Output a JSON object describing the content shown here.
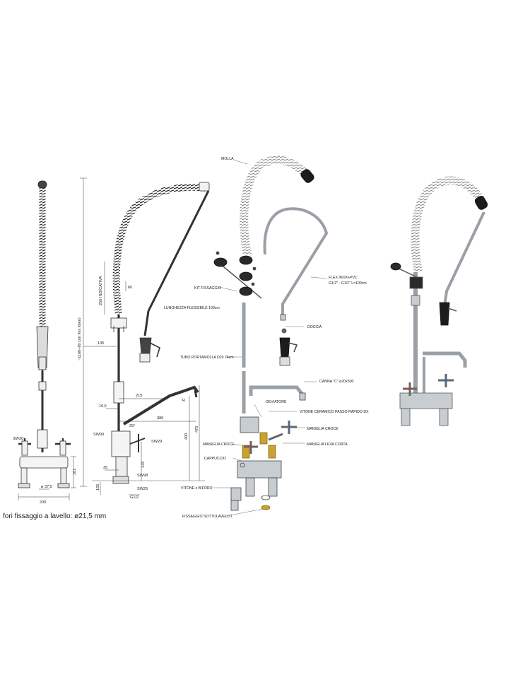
{
  "labels": {
    "molla": "MOLLA",
    "kit_fissaggio": "KIT FISSAGGIO",
    "flex_line1": "FLEX INOX+PVC",
    "flex_line2": "G1/2\" - G1/2\" L=100cm",
    "doccia": "DOCCIA",
    "tubo": "TUBO PORTAMOLLA D20 74cm",
    "canna": "CANNA \"C\" ø20x300",
    "deviatore": "DEVIATORE",
    "vitone_ceramico": "VITONE CERAMICO PASSO RAPIDO DX",
    "maniglia_croce_right": "MANIGLIA CROCE",
    "maniglia_croce_left": "MANIGLIA CROCE",
    "maniglia_leva": "MANIGLIA LEVA CORTA",
    "cappuccio": "CAPPUCCIO",
    "vitone_biforo": "VITONE x BIFORO",
    "fissaggio": "FISSAGGIO SOTTOLAVELLO",
    "lunghezza": "LUNGHEZZA FLESSIBILE 100cm"
  },
  "dimensions": {
    "overall_height": "~1160÷80 con flex libero",
    "indicative": "250 INDICATIVA",
    "d_60": "60",
    "d_135": "135",
    "d_215": "215",
    "d_165": "16,5",
    "d_380": "380",
    "d_400": "400",
    "d_470": "470",
    "d_145": "145",
    "d_35": "35",
    "d_165b": "165",
    "d_200": "200",
    "d_375": "ø 37,5",
    "d_101": "101",
    "d_25": "25°",
    "d_g12": "G1/2",
    "sw30": "SW30",
    "sw29": "SW29",
    "sw90": "SW90",
    "sw98": "SW98",
    "sw25": "SW25",
    "r_label": "R"
  },
  "note": "fori fissaggio a lavello: ø21,5 mm",
  "colors": {
    "line": "#333333",
    "metal": "#b9bfc4",
    "black": "#1c1c1c",
    "brass": "#c9a230",
    "red": "#c0392b",
    "blue": "#2e6fb7"
  }
}
